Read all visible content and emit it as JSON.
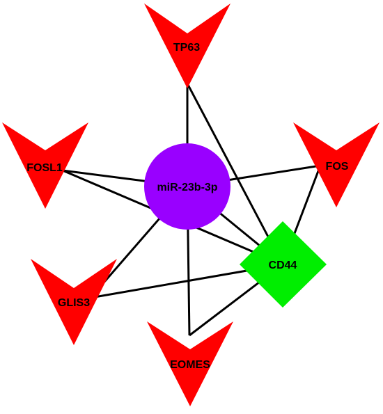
{
  "colors": {
    "target_fill": "#ff0000",
    "mirna_fill": "#9900ff",
    "hub_fill": "#00ee00",
    "edge": "#000000",
    "background": "#ffffff"
  },
  "nodes": {
    "tp63": {
      "label": "TP63",
      "shape": "v-arrow",
      "role": "target-gene"
    },
    "fosl1": {
      "label": "FOSL1",
      "shape": "v-arrow",
      "role": "target-gene"
    },
    "fos": {
      "label": "FOS",
      "shape": "v-arrow",
      "role": "target-gene"
    },
    "glis3": {
      "label": "GLIS3",
      "shape": "v-arrow",
      "role": "target-gene"
    },
    "eomes": {
      "label": "EOMES",
      "shape": "v-arrow",
      "role": "target-gene"
    },
    "mir23b": {
      "label": "miR-23b-3p",
      "shape": "circle",
      "role": "microrna"
    },
    "cd44": {
      "label": "CD44",
      "shape": "diamond",
      "role": "hub-gene"
    }
  },
  "edges": [
    [
      "mir23b",
      "tp63"
    ],
    [
      "mir23b",
      "fosl1"
    ],
    [
      "mir23b",
      "fos"
    ],
    [
      "mir23b",
      "glis3"
    ],
    [
      "mir23b",
      "eomes"
    ],
    [
      "mir23b",
      "cd44"
    ],
    [
      "cd44",
      "tp63"
    ],
    [
      "cd44",
      "fosl1"
    ],
    [
      "cd44",
      "fos"
    ],
    [
      "cd44",
      "glis3"
    ],
    [
      "cd44",
      "eomes"
    ]
  ]
}
